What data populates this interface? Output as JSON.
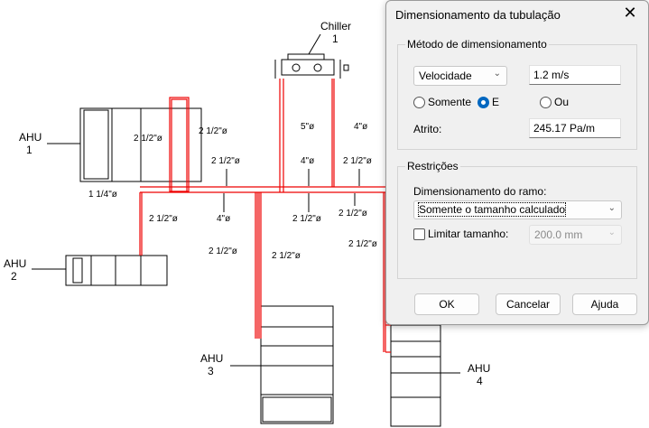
{
  "drawing": {
    "chiller": [
      "Chiller",
      "1"
    ],
    "ahu1": [
      "AHU",
      "1"
    ],
    "ahu2": [
      "AHU",
      "2"
    ],
    "ahu3": [
      "AHU",
      "3"
    ],
    "ahu4": [
      "AHU",
      "4"
    ],
    "pipe_labels": [
      "2 1/2\"ø",
      "2 1/2\"ø",
      "5\"ø",
      "4\"ø",
      "2 1/2\"ø",
      "4\"ø",
      "2 1/2\"ø",
      "1 1/4\"ø",
      "2 1/2\"ø",
      "4\"ø",
      "2 1/2\"ø",
      "2 1/2\"ø",
      "2 1/2\"ø",
      "2 1/2\"ø",
      "2 1/2\"ø"
    ]
  },
  "dialog": {
    "title": "Dimensionamento da tubulação",
    "close": "✕",
    "method_group": "Método de dimensionamento",
    "method_select": "Velocidade",
    "velocity_value": "1.2 m/s",
    "radios": [
      {
        "label": "Somente",
        "checked": false
      },
      {
        "label": "E",
        "checked": true
      },
      {
        "label": "Ou",
        "checked": false
      }
    ],
    "friction_label": "Atrito:",
    "friction_value": "245.17 Pa/m",
    "restrictions_group": "Restrições",
    "branch_label": "Dimensionamento do ramo:",
    "branch_select": "Somente o tamanho calculado",
    "limit_label": "Limitar tamanho:",
    "limit_checked": false,
    "limit_value": "200.0 mm",
    "buttons": {
      "ok": "OK",
      "cancel": "Cancelar",
      "help": "Ajuda"
    }
  }
}
